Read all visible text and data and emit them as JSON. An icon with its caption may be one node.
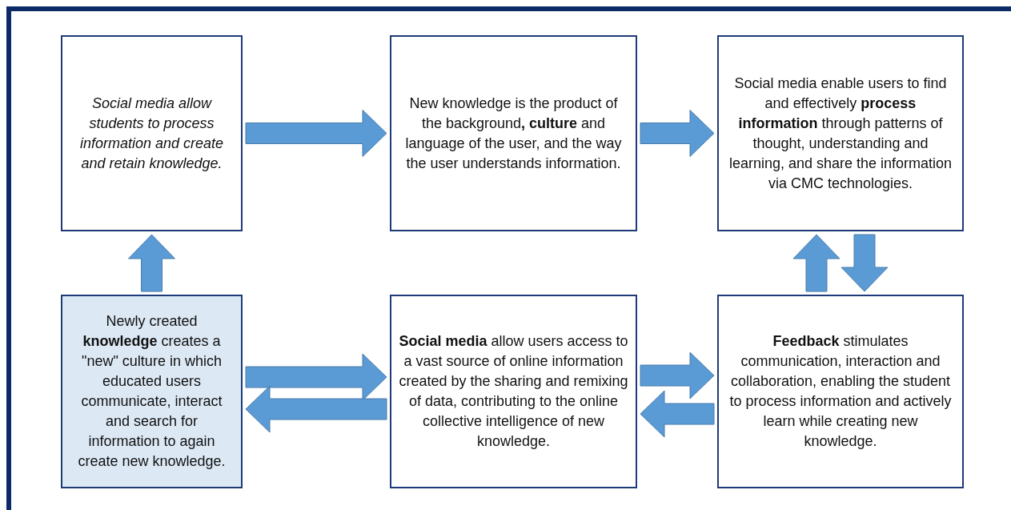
{
  "diagram": {
    "nodes": [
      {
        "text": [
          "Social media allow students to process information and create and retain knowledge."
        ]
      },
      {
        "text": [
          "New knowledge is the product of the background**,** **culture** and language of the user, and the way the user understands information."
        ]
      },
      {
        "text": [
          "Social media enable users to find and effectively **process information** through patterns of thought, understanding and learning, and share the information via CMC technologies."
        ]
      },
      {
        "text": [
          "Newly created **knowledge** creates a \"new\" culture in which educated users communicate, interact and search for information to again create new knowledge."
        ]
      },
      {
        "text": [
          "**Social media** allow users access to a vast source of online information created by the sharing and remixing of data, contributing to the online collective intelligence of new knowledge."
        ]
      },
      {
        "text": [
          "**Feedback** stimulates communication, interaction and collaboration, enabling the student to process information and actively learn while creating new knowledge."
        ]
      }
    ],
    "edges": [
      {
        "from": 0,
        "to": 1,
        "arrow": "to"
      },
      {
        "from": 1,
        "to": 2,
        "arrow": "to"
      },
      {
        "from": 2,
        "to": 5,
        "arrow": "to"
      },
      {
        "from": 5,
        "to": 2,
        "arrow": "to"
      },
      {
        "from": 3,
        "to": 0,
        "arrow": "to"
      },
      {
        "from": 3,
        "to": 4,
        "arrow": "to"
      },
      {
        "from": 4,
        "to": 3,
        "arrow": "to"
      },
      {
        "from": 4,
        "to": 5,
        "arrow": "to"
      },
      {
        "from": 5,
        "to": 4,
        "arrow": "to"
      }
    ]
  }
}
